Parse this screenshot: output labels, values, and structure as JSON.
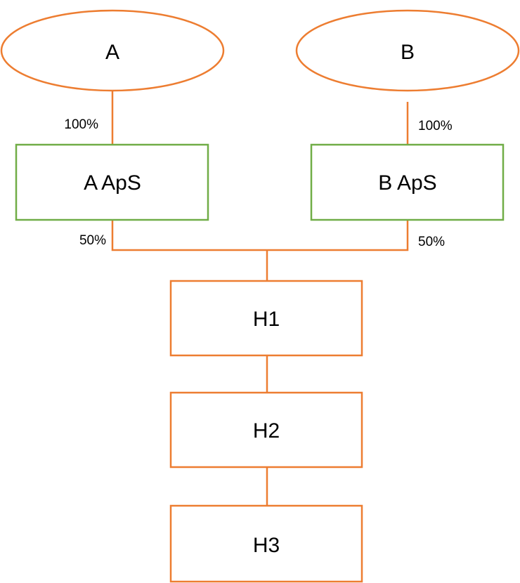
{
  "colors": {
    "person_stroke": "#ED7D31",
    "holding_stroke": "#70AD47",
    "company_stroke": "#ED7D31",
    "connector": "#ED7D31",
    "text": "#000000"
  },
  "owners": {
    "a": {
      "label": "A",
      "shape": "ellipse"
    },
    "b": {
      "label": "B",
      "shape": "ellipse"
    }
  },
  "holdings": {
    "a_aps": {
      "label": "A ApS",
      "shape": "rectangle"
    },
    "b_aps": {
      "label": "B ApS",
      "shape": "rectangle"
    }
  },
  "companies": {
    "h1": {
      "label": "H1",
      "shape": "rectangle"
    },
    "h2": {
      "label": "H2",
      "shape": "rectangle"
    },
    "h3": {
      "label": "H3",
      "shape": "rectangle"
    }
  },
  "ownership": {
    "a_to_a_aps": "100%",
    "b_to_b_aps": "100%",
    "a_aps_to_h1": "50%",
    "b_aps_to_h1": "50%"
  }
}
